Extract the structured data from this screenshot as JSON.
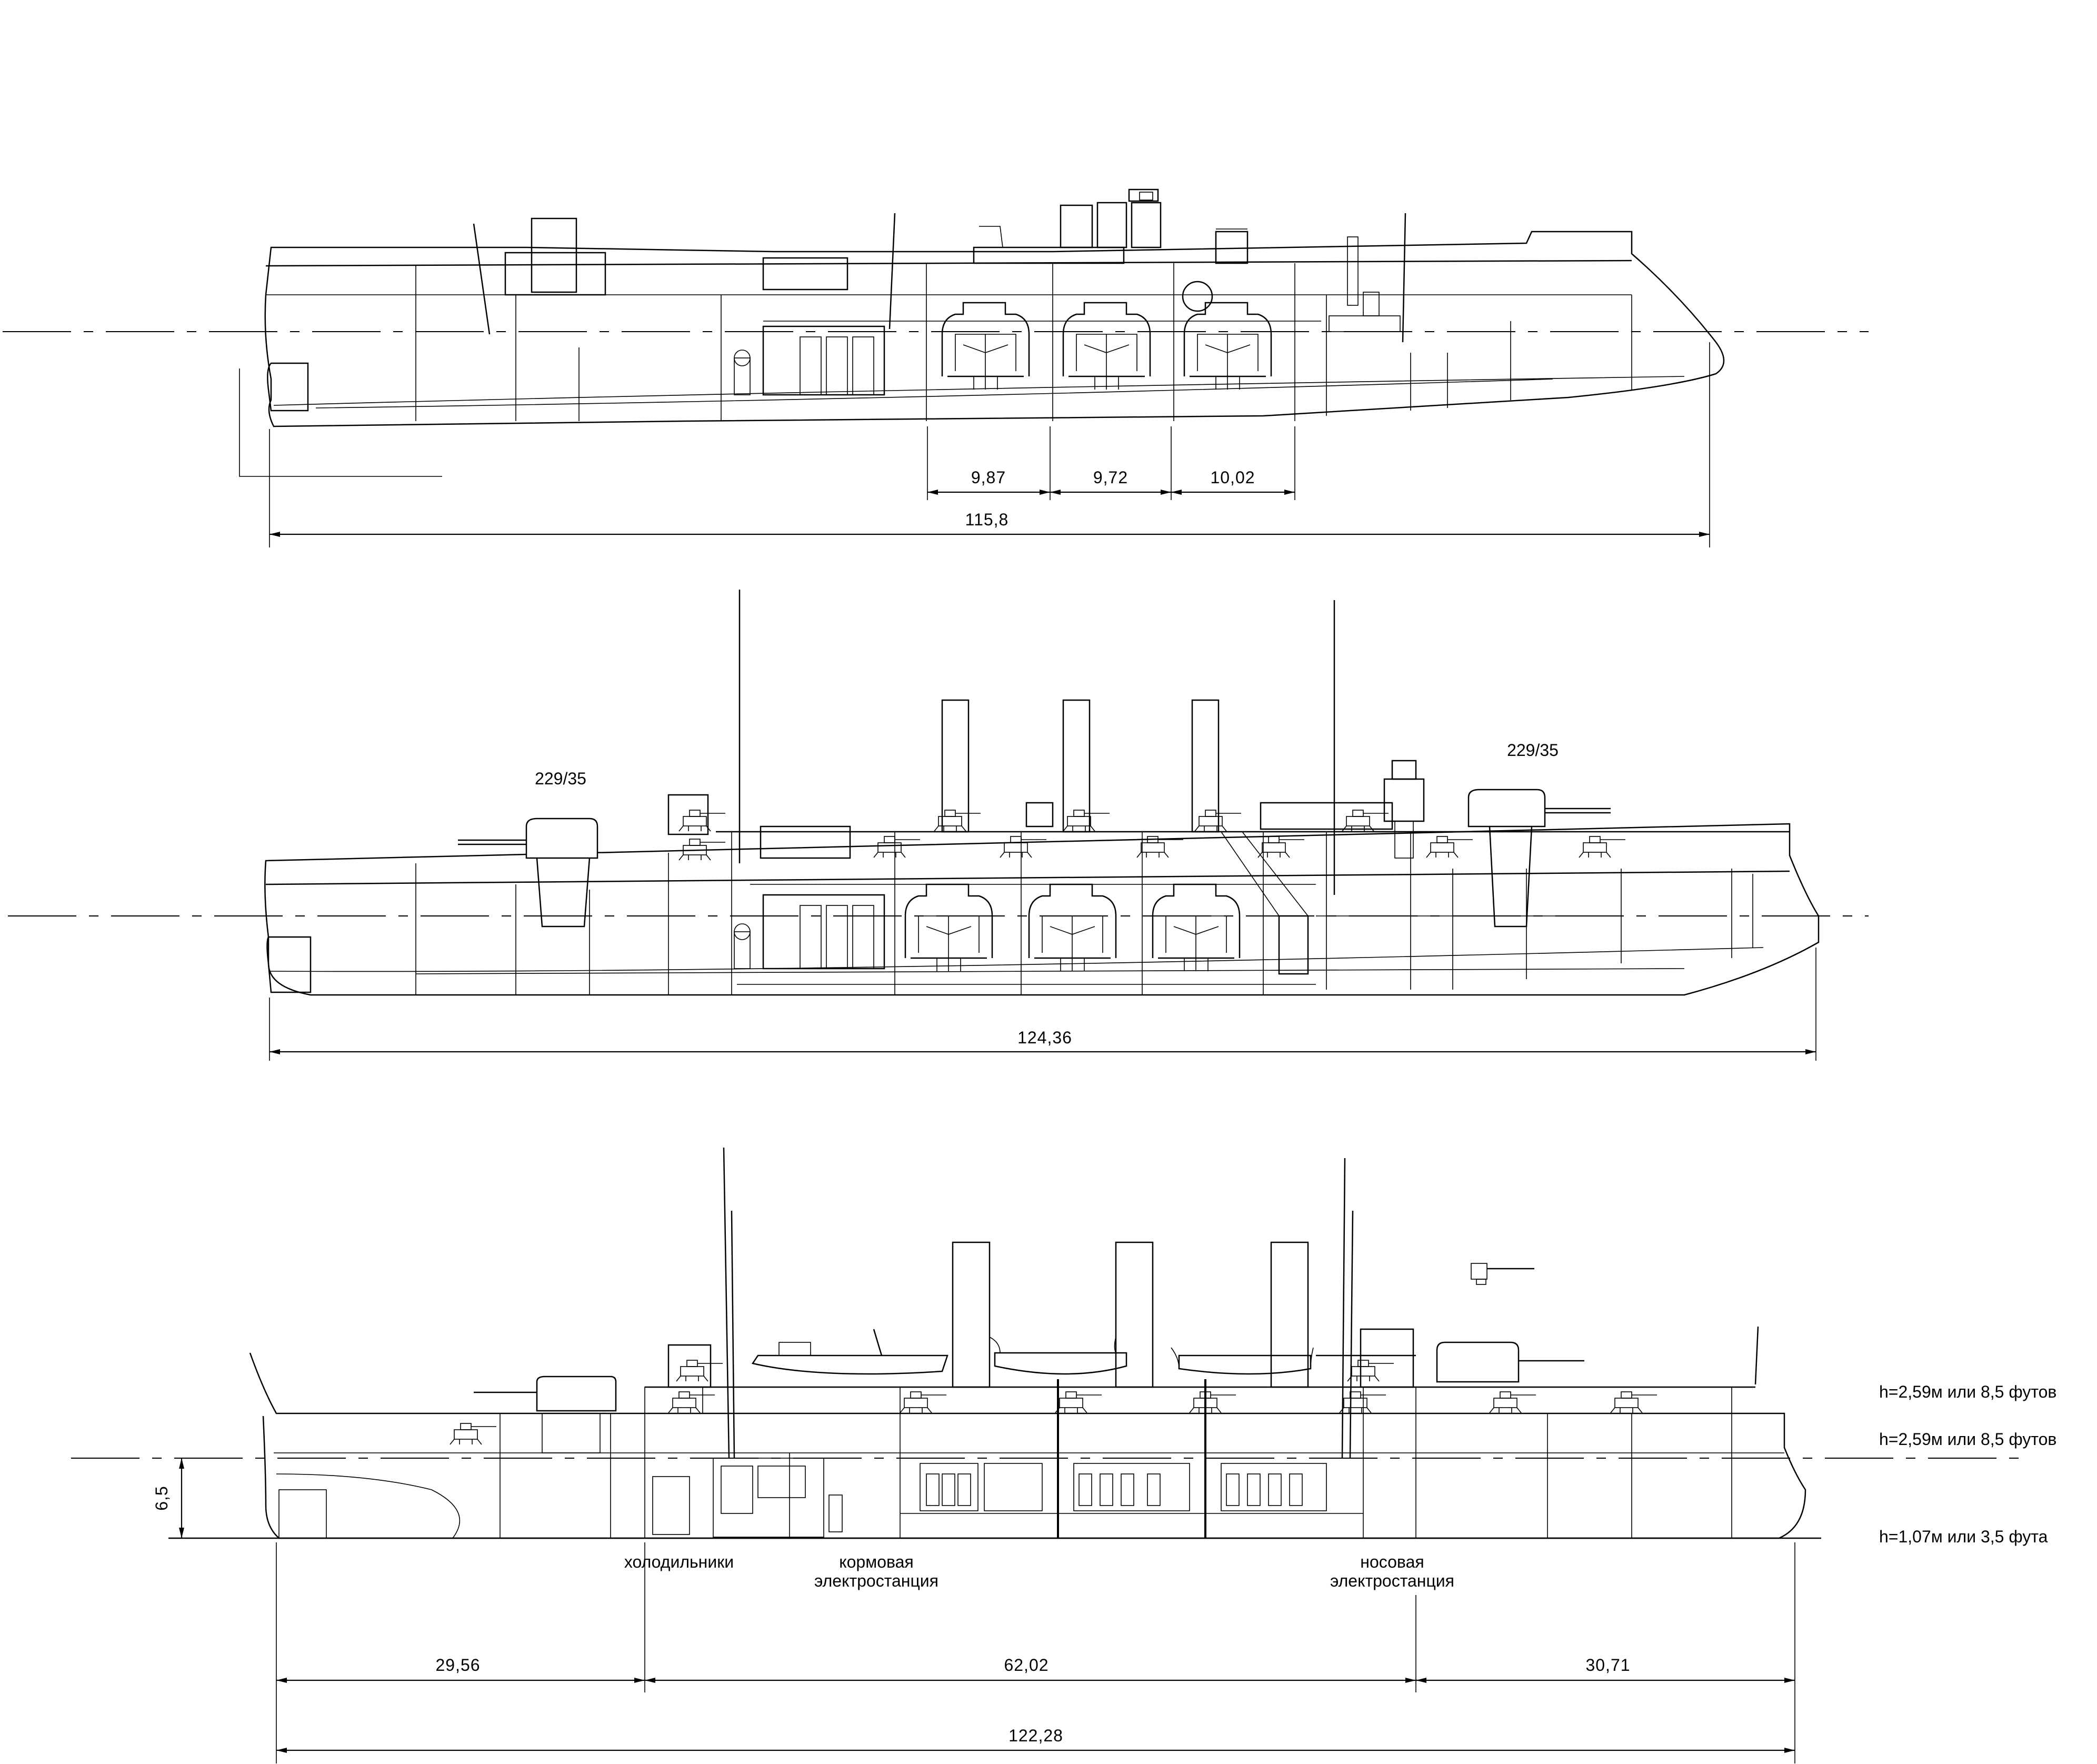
{
  "views": [
    {
      "id": "view-1",
      "overall_length": "115,8",
      "section_dims": [
        "9,87",
        "9,72",
        "10,02"
      ]
    },
    {
      "id": "view-2",
      "overall_length": "124,36",
      "gun_labels": [
        "229/35",
        "229/35"
      ]
    },
    {
      "id": "view-3",
      "overall_length": "122,28",
      "section_dims": [
        "29,56",
        "62,02",
        "30,71"
      ],
      "draft": "6,5",
      "labels": {
        "refrigerators": "холодильники",
        "aft_station_1": "кормовая",
        "aft_station_2": "электростанция",
        "fwd_station_1": "носовая",
        "fwd_station_2": "электростанция"
      },
      "heights": [
        "h=2,59м или 8,5 футов",
        "h=2,59м или 8,5 футов",
        "h=1,07м или 3,5 фута"
      ]
    }
  ]
}
